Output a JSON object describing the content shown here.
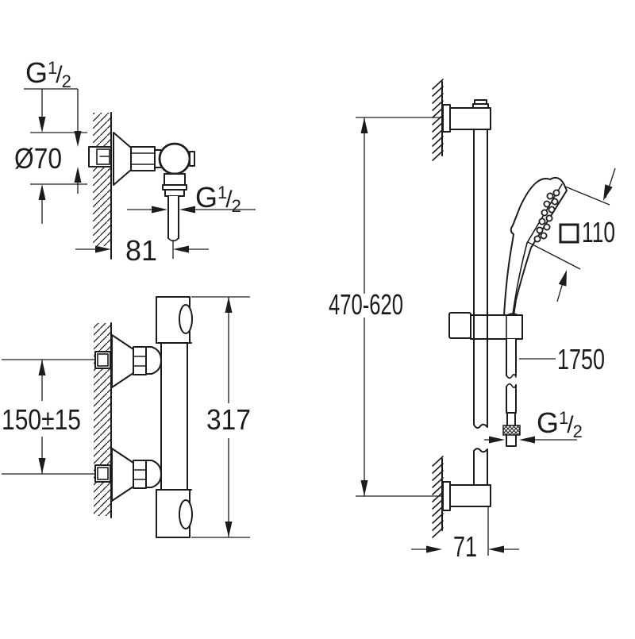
{
  "colors": {
    "background": "#ffffff",
    "ink": "#1c1c1c"
  },
  "g_half": {
    "g": "G",
    "num": "1",
    "slash": "/",
    "den": "2"
  },
  "union_drawing": {
    "diameter_label": "Ø70",
    "projection_label": "81"
  },
  "mixer_drawing": {
    "inlet_spacing_label": "150±15",
    "height_label": "317"
  },
  "rail_drawing": {
    "adjust_range_label": "470-620",
    "head_size_label": "110",
    "hose_length_label": "1750",
    "bracket_offset_label": "71"
  }
}
